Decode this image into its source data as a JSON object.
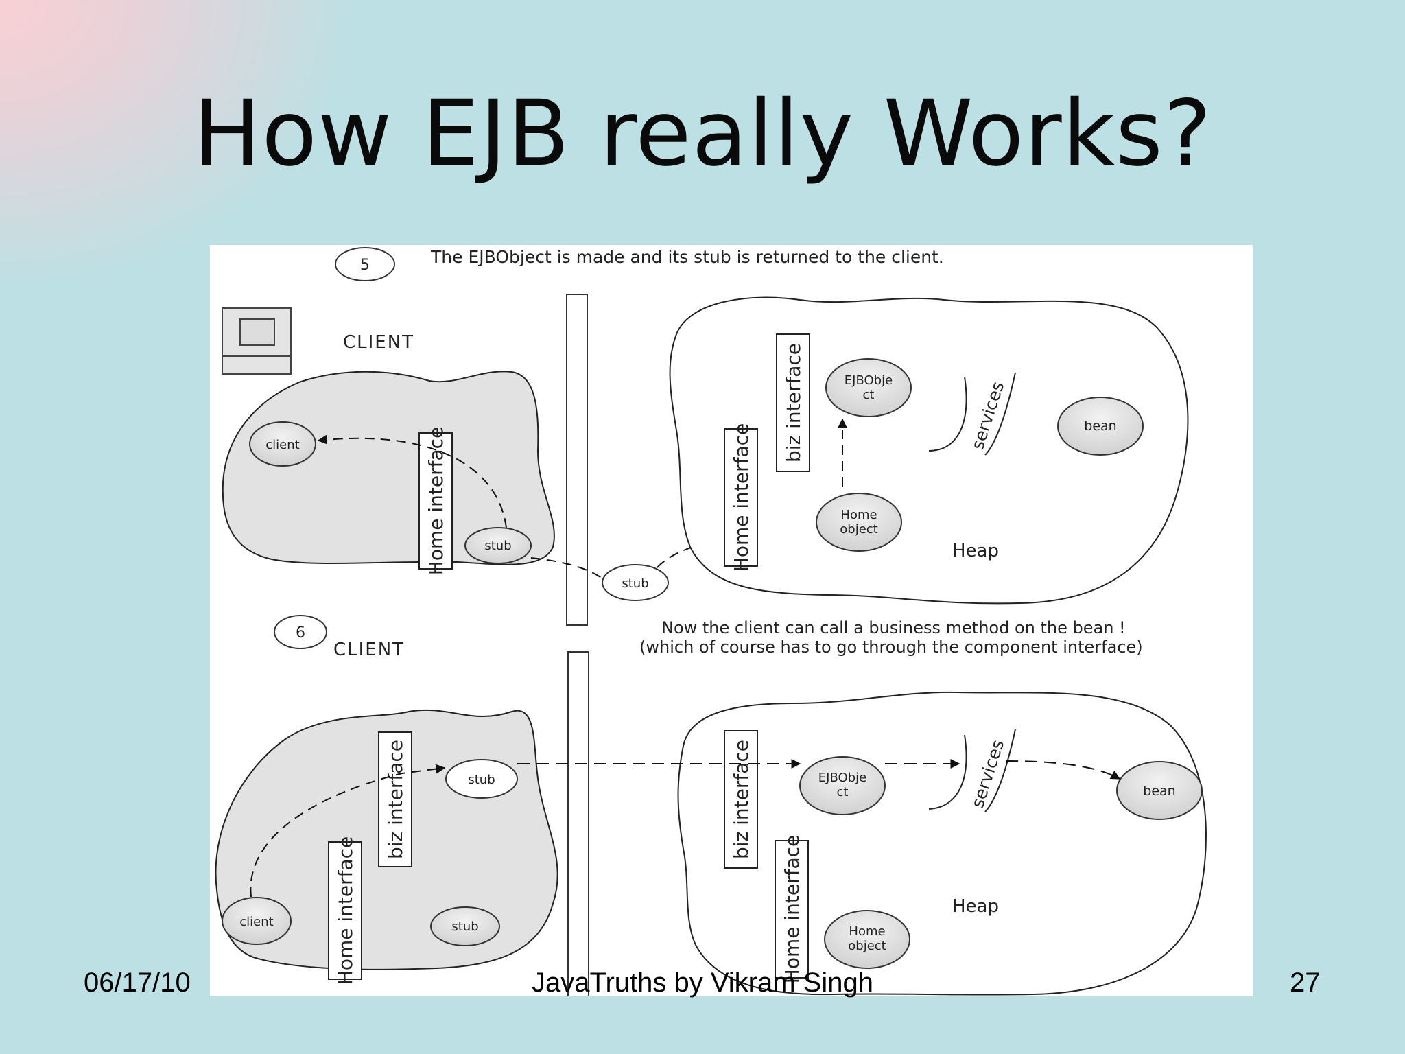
{
  "slide": {
    "title": "How EJB really Works?",
    "footer_date": "06/17/10",
    "footer_author": "JavaTruths by Vikram Singh",
    "page_number": "27"
  },
  "panel5": {
    "step": "5",
    "caption": "The EJBObject is made and its stub is returned to the client.",
    "client_label": "CLIENT",
    "client": "client",
    "home_interface": "Home interface",
    "stub_client": "stub",
    "stub_wire": "stub",
    "biz_interface": "biz interface",
    "ejbobject": [
      "EJBObje",
      "ct"
    ],
    "services": "services",
    "bean": "bean",
    "home_object": [
      "Home",
      "object"
    ],
    "heap": "Heap"
  },
  "panel6": {
    "step": "6",
    "caption_line1": "Now the client can call a business method on the bean !",
    "caption_line2": "(which of course has to go through the component interface)",
    "client_label": "CLIENT",
    "client": "client",
    "home_interface": "Home interface",
    "biz_interface": "biz interface",
    "stub_top": "stub",
    "stub_bottom": "stub",
    "server_biz_interface": "biz interface",
    "server_home_interface": "Home interface",
    "ejbobject": [
      "EJBObje",
      "ct"
    ],
    "services": "services",
    "bean": "bean",
    "home_object": [
      "Home",
      "object"
    ],
    "heap": "Heap"
  }
}
